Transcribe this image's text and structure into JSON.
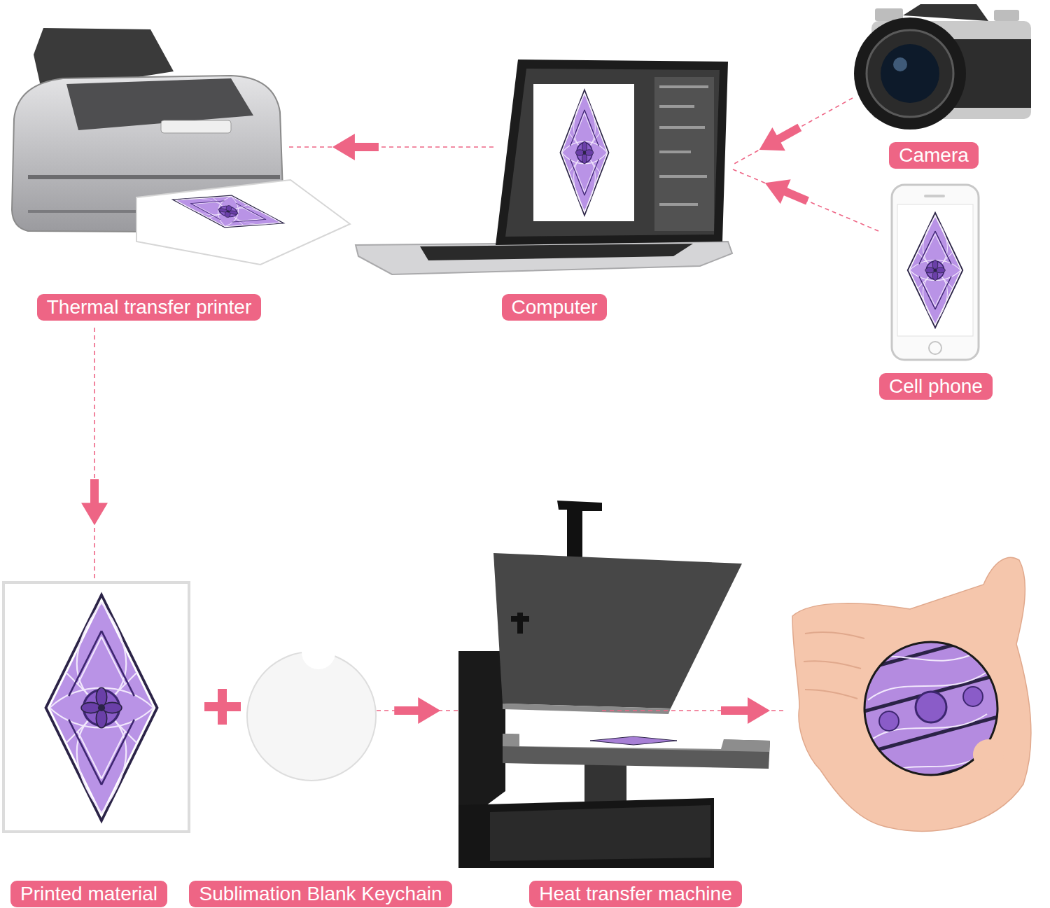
{
  "diagram": {
    "nodes": [
      {
        "text": [
          "Thermal transfer printer"
        ]
      },
      {
        "text": [
          "Computer"
        ]
      },
      {
        "text": [
          "Camera"
        ]
      },
      {
        "text": [
          "Cell phone"
        ]
      },
      {
        "text": [
          "Printed material"
        ]
      },
      {
        "text": [
          "Sublimation Blank Keychain"
        ]
      },
      {
        "text": [
          "Heat transfer machine"
        ]
      }
    ],
    "edges": [
      {
        "from": 2,
        "to": 1,
        "arrow": "to"
      },
      {
        "from": 3,
        "to": 1,
        "arrow": "to"
      },
      {
        "from": 1,
        "to": 0,
        "arrow": "to"
      },
      {
        "from": 0,
        "to": 4,
        "arrow": "to"
      },
      {
        "from": 5,
        "to": 6,
        "arrow": "to"
      }
    ]
  }
}
